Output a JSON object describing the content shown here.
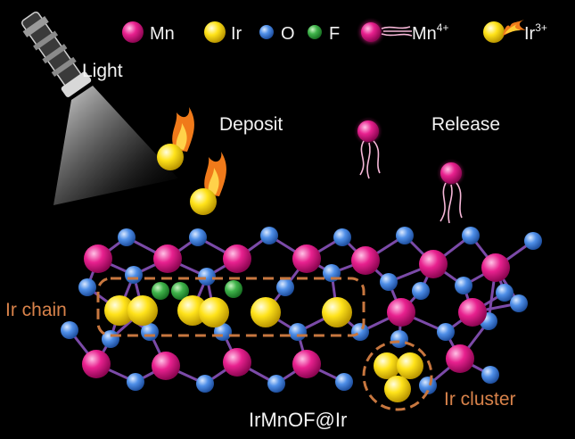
{
  "legend": {
    "mn": "Mn",
    "ir": "Ir",
    "o": "O",
    "f": "F",
    "mn4_base": "Mn",
    "mn4_sup": "4+",
    "ir3_base": "Ir",
    "ir3_sup": "3+"
  },
  "labels": {
    "light": "Light",
    "deposit": "Deposit",
    "release": "Release",
    "ir_chain": "Ir chain",
    "ir_cluster": "Ir cluster",
    "caption": "IrMnOF@Ir"
  },
  "colors": {
    "background": "#000000",
    "mn": "#e8218f",
    "ir": "#ffe31a",
    "o": "#4f8fe8",
    "f": "#3fb34a",
    "bond": "#7b4aa8",
    "annotation": "#c8773f",
    "flame": "#f07a1a",
    "wisp": "#f6b7d8"
  },
  "icons": {
    "lamp": "spotlight-lamp-icon",
    "flame": "flame-icon",
    "wisp": "wisp-icon"
  }
}
